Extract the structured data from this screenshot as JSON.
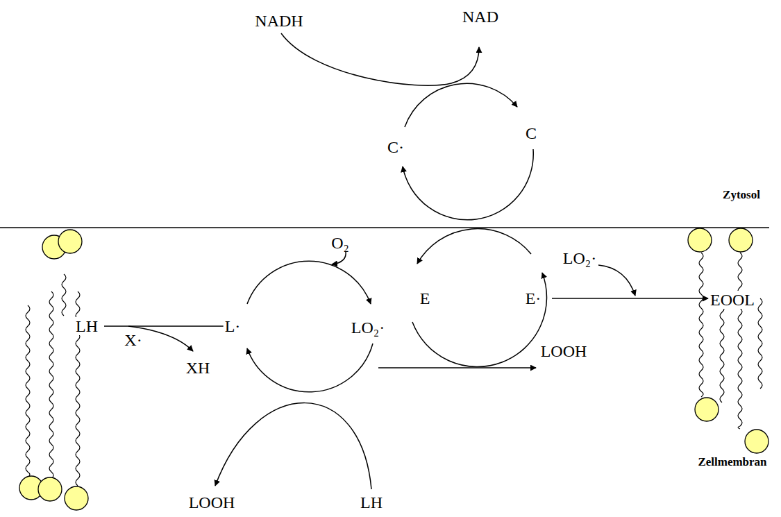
{
  "diagram": {
    "labels": [
      "NADH",
      "NAD",
      "C·",
      "C",
      "Zytosol",
      "E",
      "E·",
      "LO₂·",
      "EOOL",
      "LH",
      "X·",
      "L·",
      "O₂",
      "LO₂·",
      "LOOH",
      "XH",
      "LOOH",
      "LH",
      "Zellmembran"
    ]
  }
}
